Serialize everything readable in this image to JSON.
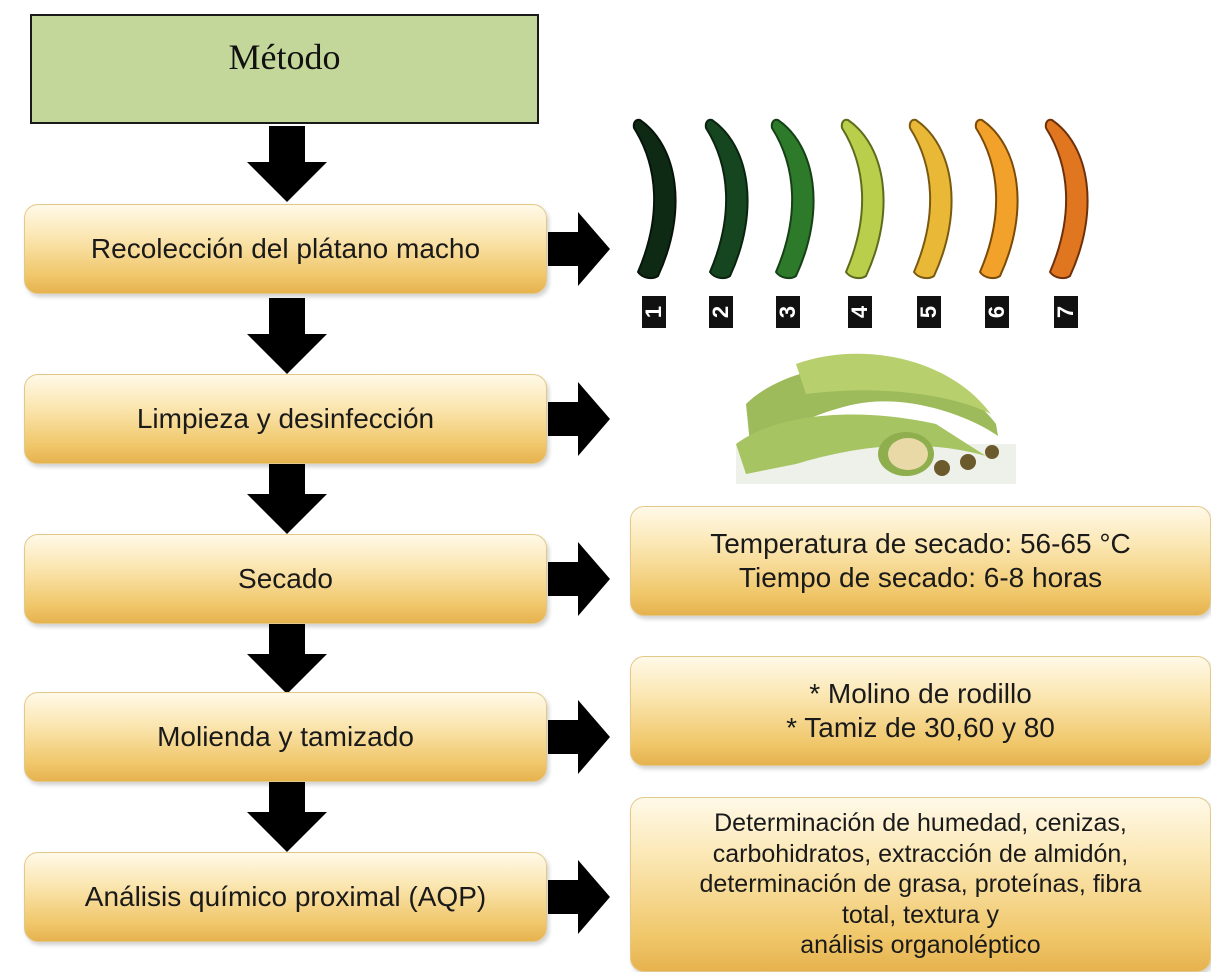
{
  "title": "Método",
  "steps": [
    {
      "label": "Recolección del plátano macho"
    },
    {
      "label": "Limpieza y desinfección"
    },
    {
      "label": "Secado"
    },
    {
      "label": "Molienda y tamizado"
    },
    {
      "label": "Análisis químico proximal (AQP)"
    }
  ],
  "drying": {
    "line1": "Temperatura de secado: 56-65 °C",
    "line2": "Tiempo de secado: 6-8 horas"
  },
  "milling": {
    "line1": "* Molino de rodillo",
    "line2": "* Tamiz de 30,60 y 80"
  },
  "analysis": {
    "line1": "Determinación de humedad, cenizas,",
    "line2": "carbohidratos, extracción  de almidón,",
    "line3": "determinación de grasa, proteínas, fibra",
    "line4": "total, textura y",
    "line5": "análisis organoléptico"
  },
  "ripeness_stages": [
    {
      "label": "1",
      "color": "#0f2a14"
    },
    {
      "label": "2",
      "color": "#15461f"
    },
    {
      "label": "3",
      "color": "#2c7a2a"
    },
    {
      "label": "4",
      "color": "#b9cf4c"
    },
    {
      "label": "5",
      "color": "#e9b836"
    },
    {
      "label": "6",
      "color": "#f2a22a"
    },
    {
      "label": "7",
      "color": "#e0761f"
    }
  ],
  "colors": {
    "title_fill": "#c4d79b",
    "box_top": "#fff9e8",
    "box_bottom": "#e6b24f",
    "arrow": "#000000"
  }
}
